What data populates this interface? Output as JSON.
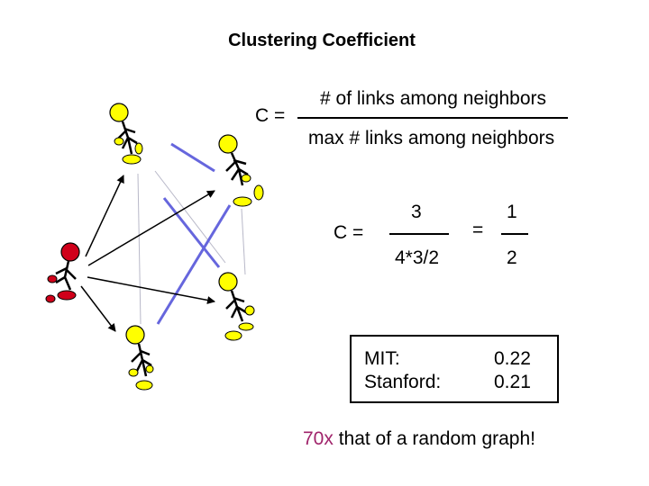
{
  "title": "Clustering Coefficient",
  "formula": {
    "lhs": "C =",
    "numerator": "# of links among neighbors",
    "denominator": "max # links among neighbors"
  },
  "calc": {
    "lhs": "C =",
    "numerator": "3",
    "denominator": "4*3/2",
    "equals": "=",
    "result_numerator": "1",
    "result_denominator": "2"
  },
  "results": {
    "labels": [
      "MIT:",
      "Stanford:"
    ],
    "values": [
      "0.22",
      "0.21"
    ]
  },
  "note": {
    "highlight": "70x",
    "rest": " that of a random graph!"
  },
  "colors": {
    "neighbor": "#ffff00",
    "center": "#d0001a",
    "neighbor_link": "#6666dd",
    "highlight_text": "#a0246b"
  }
}
